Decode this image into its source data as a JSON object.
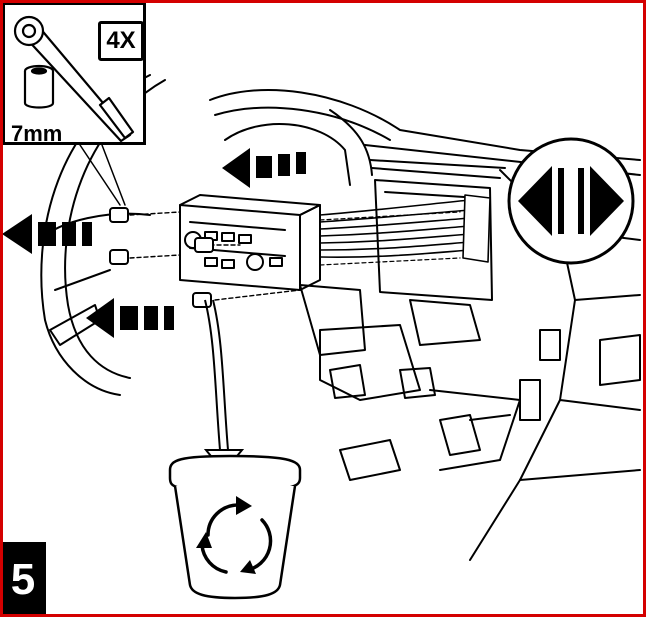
{
  "tool_box": {
    "quantity_label": "4X",
    "socket_size_label": "7mm",
    "ratchet_icon": "ratchet-icon",
    "socket_icon": "socket-icon"
  },
  "step": {
    "number": "5"
  },
  "icons": {
    "disconnect": "disconnect-arrows-icon",
    "recycle": "recycle-icon"
  },
  "colors": {
    "line": "#000000",
    "background": "#ffffff",
    "frame": "#d40000"
  }
}
